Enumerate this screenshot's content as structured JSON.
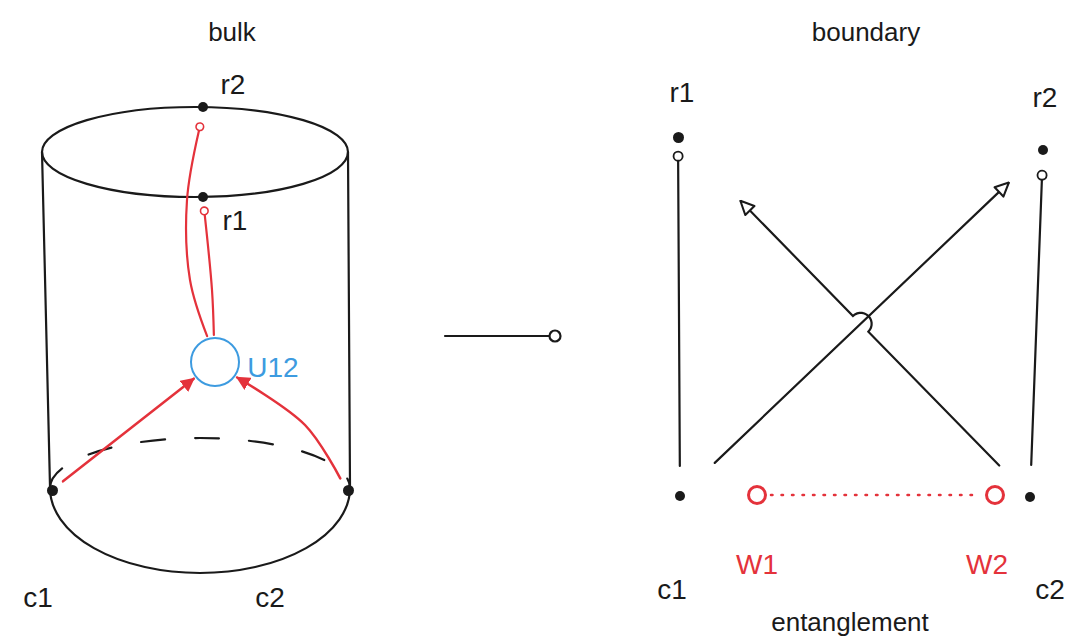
{
  "diagram": {
    "nodes": [
      {
        "text": [
          "r2"
        ]
      },
      {
        "text": [
          "r1"
        ]
      },
      {
        "text": [
          "U12"
        ]
      },
      {
        "text": [
          "c1"
        ]
      },
      {
        "text": [
          "c2"
        ]
      },
      {
        "text": [
          "r1"
        ]
      },
      {
        "text": [
          "r2"
        ]
      },
      {
        "text": [
          "c1"
        ]
      },
      {
        "text": [
          "W1"
        ]
      },
      {
        "text": [
          "W2"
        ]
      },
      {
        "text": [
          "c2"
        ]
      }
    ],
    "edges": [
      {
        "from": 3,
        "to": 2,
        "arrow": "to"
      },
      {
        "from": 4,
        "to": 2,
        "arrow": "to"
      },
      {
        "from": 2,
        "to": 1,
        "arrow": "to"
      },
      {
        "from": 2,
        "to": 0,
        "arrow": "to"
      },
      {
        "from": 7,
        "to": 5,
        "arrow": "to"
      },
      {
        "from": 7,
        "to": 6,
        "arrow": "to"
      },
      {
        "from": 10,
        "to": 5,
        "arrow": "to"
      },
      {
        "from": 10,
        "to": 6,
        "arrow": "to"
      },
      {
        "from": 8,
        "to": 9,
        "arrow": "none"
      }
    ],
    "labels": [
      "bulk",
      "boundary",
      "entanglement"
    ]
  }
}
